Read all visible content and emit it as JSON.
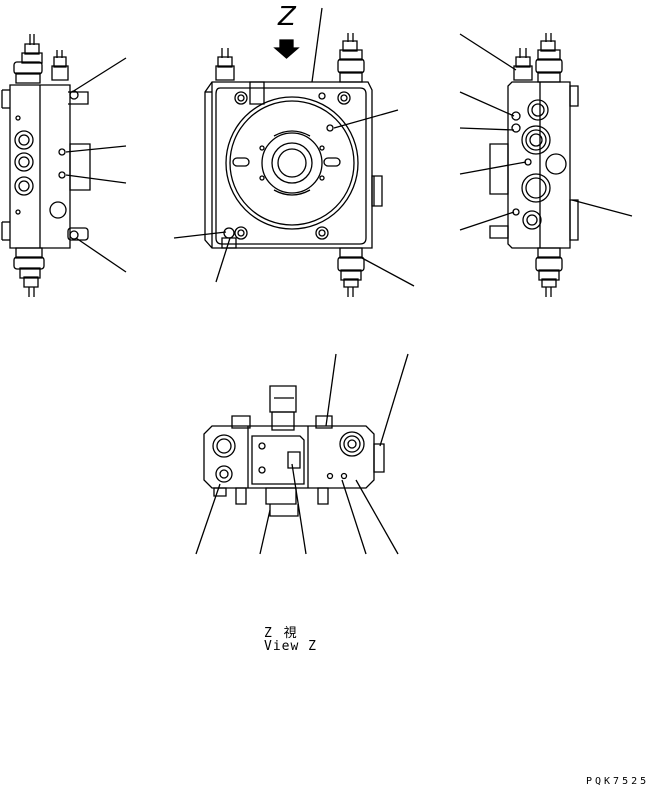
{
  "figure": {
    "view_arrow_letter": "Z",
    "view_caption_jp": "Z 視",
    "view_caption_en": "View Z",
    "drawing_code": "PQK7525"
  }
}
